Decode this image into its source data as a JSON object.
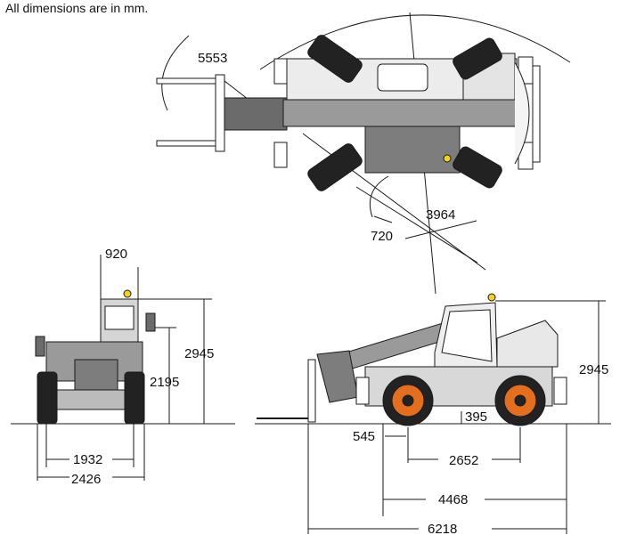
{
  "caption": "All dimensions are in mm.",
  "top_view": {
    "turning_radius_forks": "5553",
    "turning_radius_outer": "3964",
    "turning_radius_inner": "720"
  },
  "front_view": {
    "cab_width": "920",
    "overall_height": "2945",
    "mirror_height": "2195",
    "track_width": "1932",
    "overall_width": "2426"
  },
  "side_view": {
    "overall_height": "2945",
    "ground_clearance": "395",
    "front_overhang": "545",
    "wheelbase": "2652",
    "length_to_fork_face": "4468",
    "overall_length": "6218"
  },
  "colors": {
    "line": "#1a1a1a",
    "machine_grey": "#9a9a9a",
    "dark_grey": "#5a5a5a",
    "tyre": "#222222",
    "wheel_hub": "#e36f1e",
    "beacon": "#f2d21b"
  }
}
